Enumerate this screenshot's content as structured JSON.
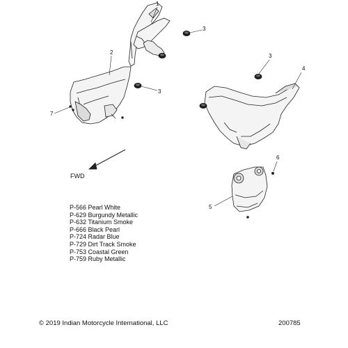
{
  "callouts": {
    "c1": "1",
    "c2": "2",
    "c3a": "3",
    "c3b": "3",
    "c3c": "3",
    "c4": "4",
    "c5": "5",
    "c6": "6",
    "c7": "7"
  },
  "direction_label": "FWD",
  "color_codes": [
    "P-566 Pearl White",
    "P-629 Burgundy Metallic",
    "P-632 Titanium Smoke",
    "P-666 Black Pearl",
    "P-724 Radar Blue",
    "P-729 Dirt Track Smoke",
    "P-753 Coastal Green",
    "P-759 Ruby Metallic"
  ],
  "copyright": "© 2019 Indian Motorcycle International, LLC",
  "diagram_number": "200785",
  "colors": {
    "line": "#222222",
    "part_fill": "#f4f4f4",
    "shade": "#cfcfcf",
    "grommet": "#1a1a1a"
  }
}
